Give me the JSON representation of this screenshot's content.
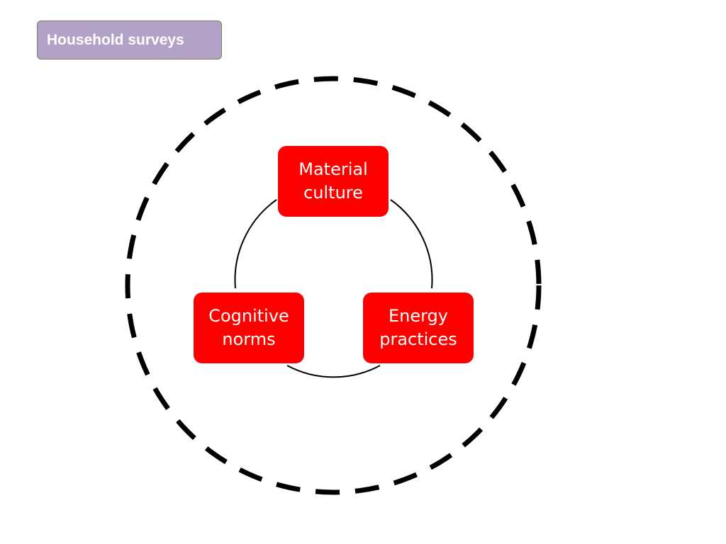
{
  "label": {
    "text": "Household surveys",
    "color": "#b3a2c7"
  },
  "nodes": {
    "top": "Material\nculture",
    "left": "Cognitive\nnorms",
    "right": "Energy\npractices",
    "color": "#ff0000"
  }
}
